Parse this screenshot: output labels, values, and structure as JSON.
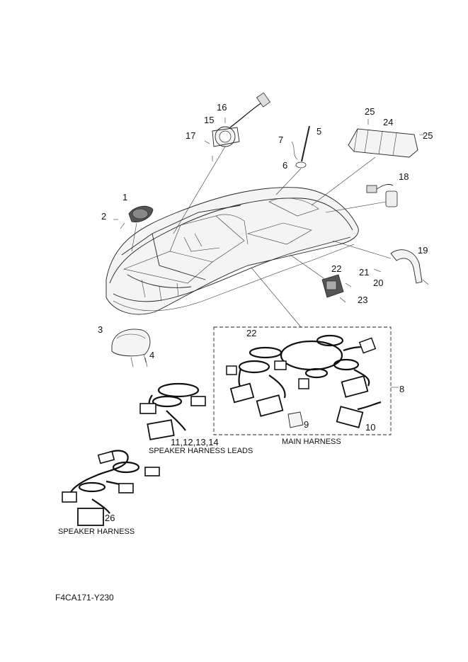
{
  "diagram": {
    "callouts": {
      "c1": "1",
      "c2": "2",
      "c3": "3",
      "c4": "4",
      "c5": "5",
      "c6": "6",
      "c7": "7",
      "c8": "8",
      "c9": "9",
      "c10": "10",
      "c11": "11,12,13,14",
      "c15": "15",
      "c16": "16",
      "c17": "17",
      "c18": "18",
      "c19": "19",
      "c20": "20",
      "c21": "21",
      "c22a": "22",
      "c22b": "22",
      "c23": "23",
      "c24": "24",
      "c25a": "25",
      "c25b": "25",
      "c26": "26"
    },
    "captions": {
      "leads": "SPEAKER HARNESS LEADS",
      "main": "MAIN HARNESS",
      "speaker": "SPEAKER HARNESS"
    },
    "code": "F4CA171-Y230"
  }
}
